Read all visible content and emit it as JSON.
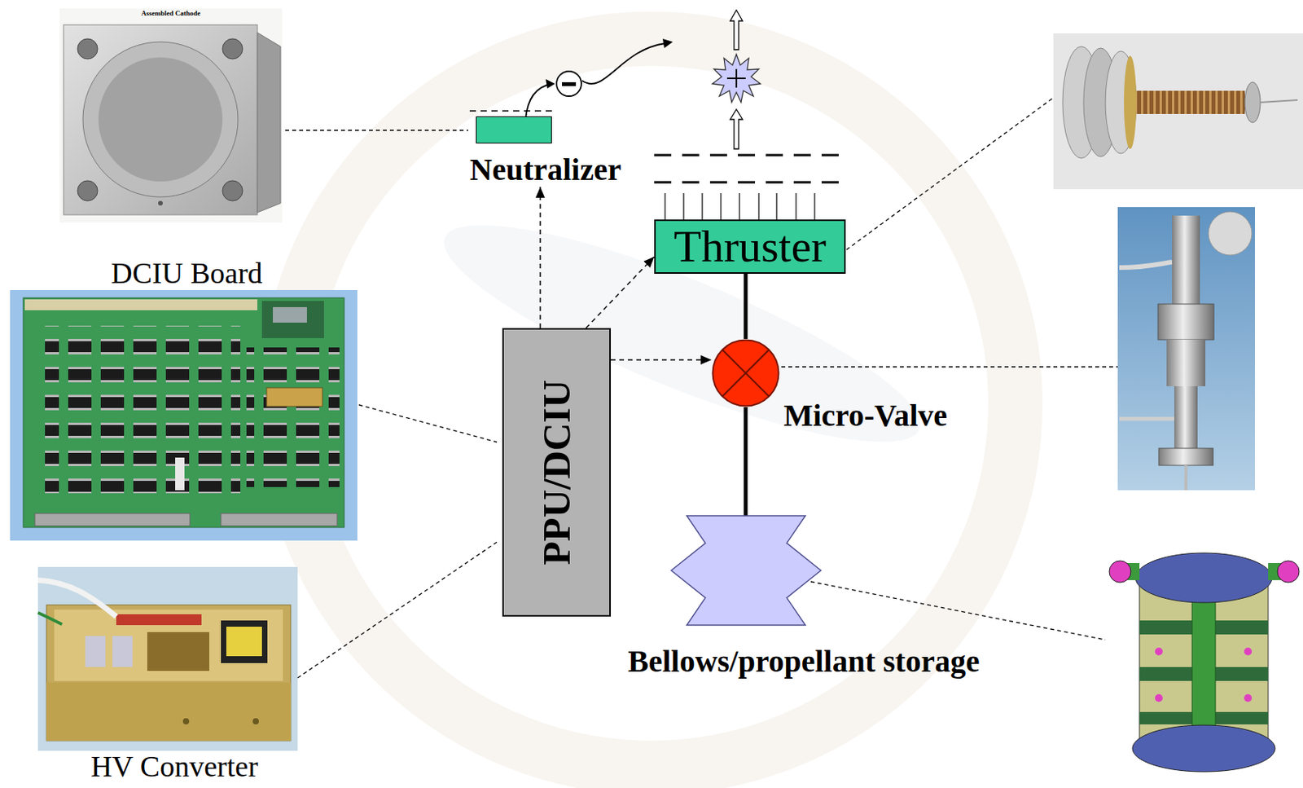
{
  "diagram": {
    "nodes": [
      {
        "text": [
          "Neutralizer"
        ]
      },
      {
        "text": [
          "Thruster"
        ]
      },
      {
        "text": [
          "PPU/DCIU"
        ]
      },
      {
        "text": [
          "Micro-Valve"
        ]
      },
      {
        "text": [
          "Bellows/propellant storage"
        ]
      }
    ],
    "edges": [
      {
        "from": 2,
        "to": 0,
        "arrow": "to"
      },
      {
        "from": 2,
        "to": 1,
        "arrow": "to"
      },
      {
        "from": 2,
        "to": 3,
        "arrow": "to"
      },
      {
        "from": 3,
        "to": 1,
        "arrow": "none"
      },
      {
        "from": 4,
        "to": 3,
        "arrow": "none"
      }
    ],
    "labels": [
      "Assembled Cathode",
      "DCIU Board",
      "HV Converter"
    ]
  }
}
